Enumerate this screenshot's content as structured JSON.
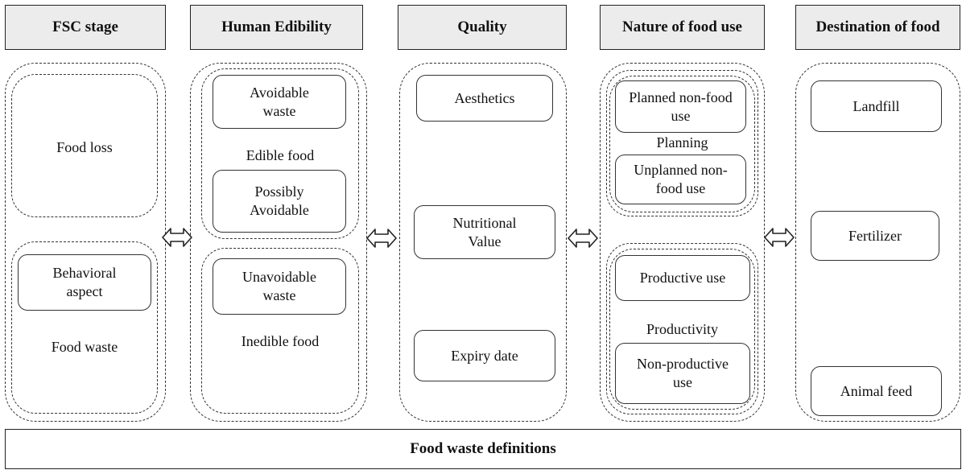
{
  "headers": {
    "fsc_stage": "FSC stage",
    "human_edibility": "Human Edibility",
    "quality": "Quality",
    "nature_of_food_use": "Nature of food use",
    "destination_of_food": "Destination of food"
  },
  "fsc": {
    "food_loss": "Food loss",
    "behavioral_aspect": "Behavioral aspect",
    "food_waste": "Food waste"
  },
  "edibility": {
    "avoidable_waste": "Avoidable waste",
    "edible_food": "Edible food",
    "possibly_avoidable": "Possibly Avoidable",
    "unavoidable_waste": "Unavoidable waste",
    "inedible_food": "Inedible food"
  },
  "quality": {
    "aesthetics": "Aesthetics",
    "nutritional_value": "Nutritional Value",
    "expiry_date": "Expiry date"
  },
  "nature": {
    "planned_non_food_use": "Planned non-food use",
    "planning": "Planning",
    "unplanned_non_food_use": "Unplanned non-food use",
    "productive_use": "Productive use",
    "productivity": "Productivity",
    "non_productive_use": "Non-productive use"
  },
  "destination": {
    "landfill": "Landfill",
    "fertilizer": "Fertilizer",
    "animal_feed": "Animal feed"
  },
  "footer": "Food waste definitions"
}
